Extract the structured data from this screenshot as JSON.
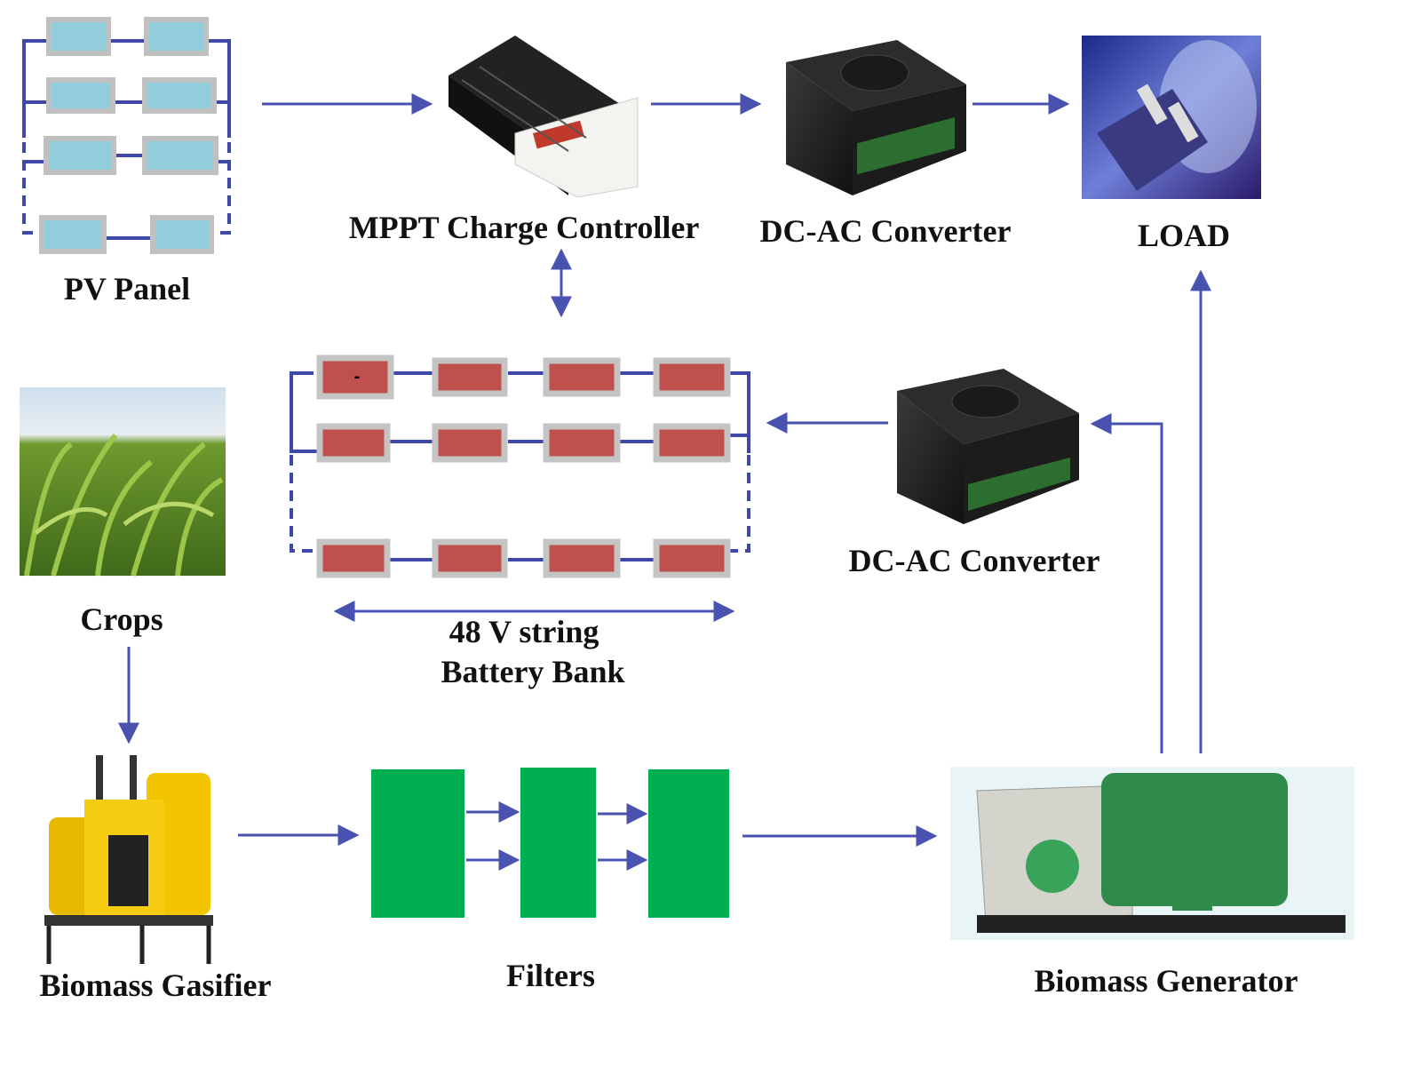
{
  "labels": {
    "pv_panel": "PV Panel",
    "mppt": "MPPT Charge Controller",
    "dcac_top": "DC-AC Converter",
    "load": "LOAD",
    "crops": "Crops",
    "battery_line1": "48 V string",
    "battery_line2": "Battery Bank",
    "dcac_mid": "DC-AC Converter",
    "gasifier": "Biomass Gasifier",
    "filters": "Filters",
    "generator": "Biomass Generator",
    "battery_minus": "-"
  },
  "colors": {
    "wire": "#3f48a8",
    "pv_cell": "#92cddc",
    "battery_cell": "#c0504d",
    "filter": "#00b050"
  }
}
